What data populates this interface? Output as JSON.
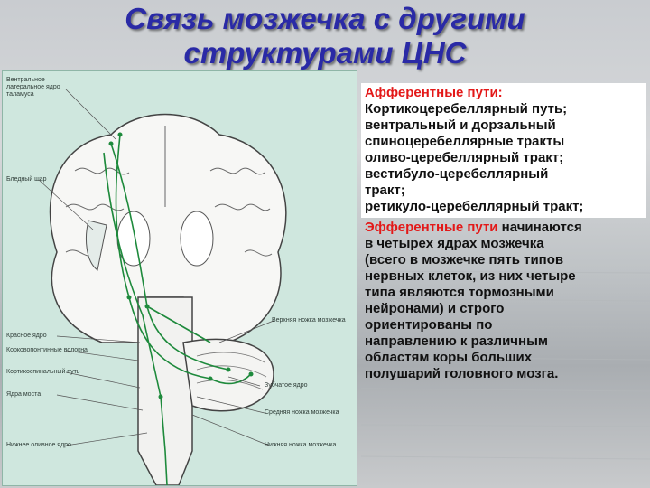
{
  "title": {
    "line1": "Связь мозжечка с другими",
    "line2": "структурами ЦНС"
  },
  "figure": {
    "labels": {
      "ventral_nucleus": "Вентральное латеральное ядро таламуса",
      "globus_pallidus": "Бледный шар",
      "superior_peduncle": "Верхняя ножка мозжечка",
      "red_nucleus": "Красное ядро",
      "corticopontine": "Корковопонтинные волокна",
      "corticospinal": "Кортикоспинальный путь",
      "dentate": "Зубчатое ядро",
      "pontine_nuclei": "Ядра моста",
      "middle_peduncle": "Средняя ножка мозжечка",
      "inferior_olive": "Нижнее оливное ядро",
      "inferior_peduncle": "Нижняя ножка мозжечка"
    }
  },
  "text": {
    "afferent_heading": "Афферентные пути:",
    "afferent_items": [
      "Кортикоцеребеллярный путь;",
      "вентральный и дорзальный",
      "спиноцеребеллярные тракты",
      "оливо-церебеллярный тракт;",
      "вестибуло-церебеллярный",
      "тракт;",
      "ретикуло-церебеллярный тракт;"
    ],
    "efferent_heading": "Эфферентные пути",
    "efferent_rest": " начинаются",
    "efferent_lines": [
      "в четырех ядрах мозжечка",
      "(всего в мозжечке пять типов",
      "нервных клеток, из них четыре",
      "типа являются тормозными",
      "нейронами) и строго",
      "ориентированы по",
      "направлению к различным",
      "областям коры больших",
      "полушарий головного мозга."
    ]
  },
  "colors": {
    "title": "#2a2aa6",
    "accent_red": "#e31818",
    "pathway_green": "#1e8a3c",
    "figure_bg": "#cfe7de"
  }
}
